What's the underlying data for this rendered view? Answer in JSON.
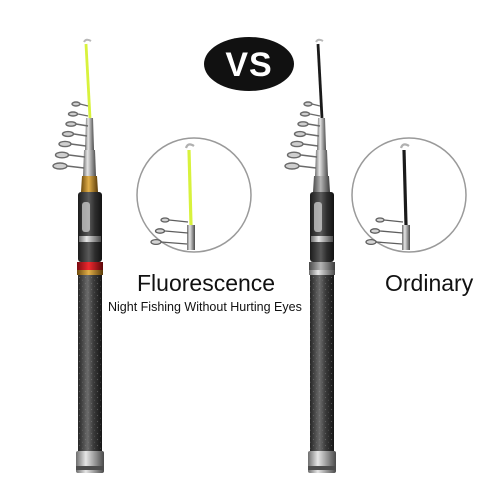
{
  "badge": {
    "text": "VS",
    "color": "#111111"
  },
  "left": {
    "label": "Fluorescence",
    "sublabel": "Night Fishing Without Hurting Eyes",
    "tip_color": "#d8f23c",
    "accent_color": "#d4111c",
    "ring_color": "#b8831f"
  },
  "right": {
    "label": "Ordinary",
    "tip_color": "#1a1a1a",
    "ring_color": "#888888"
  },
  "colors": {
    "rod_dark": "#2b2b2b",
    "chrome": "#b9b9b9",
    "circle_stroke": "#9a9a9a"
  }
}
